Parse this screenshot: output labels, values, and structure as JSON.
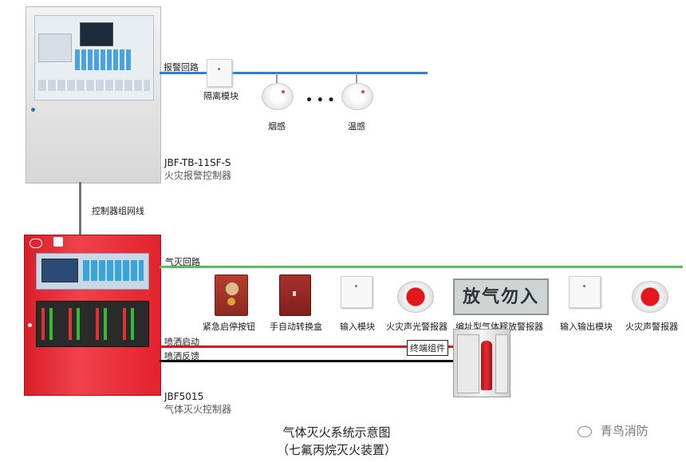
{
  "colors": {
    "alarm_loop": "#2f7fd0",
    "gas_loop": "#58c05a",
    "spray_start": "#e0161e",
    "spray_feedback": "#111111",
    "controller_red": "#e3222d"
  },
  "fire_alarm_controller": {
    "model": "JBF-TB-11SF-S",
    "name": "火灾报警控制器"
  },
  "alarm_loop": {
    "label": "报警回路",
    "devices": {
      "isolation_module": "隔离模块",
      "smoke_detector": "烟感",
      "ellipsis": "• • •",
      "heat_detector": "温感"
    }
  },
  "network_label": "控制器组网线",
  "gas_controller": {
    "model": "JBF5015",
    "name": "气体灭火控制器",
    "sign_text": "放气勿入"
  },
  "gas_loop": {
    "label": "气灭回路",
    "devices": {
      "emergency_button": "紧急启停按钮",
      "manual_auto_box": "手自动转换盒",
      "input_module": "输入模块",
      "strobe_alarm": "火灾声光警报器",
      "release_alarm": "编址型气体释放警报器",
      "io_module": "输入输出模块",
      "sound_alarm": "火灾声警报器"
    }
  },
  "spray": {
    "start_label": "喷洒启动",
    "feedback_label": "喷洒反馈",
    "terminal_label": "终端组件"
  },
  "caption": {
    "line1": "气体灭火系统示意图",
    "line2": "（七氟丙烷灭火装置）"
  },
  "watermark": "青鸟消防"
}
